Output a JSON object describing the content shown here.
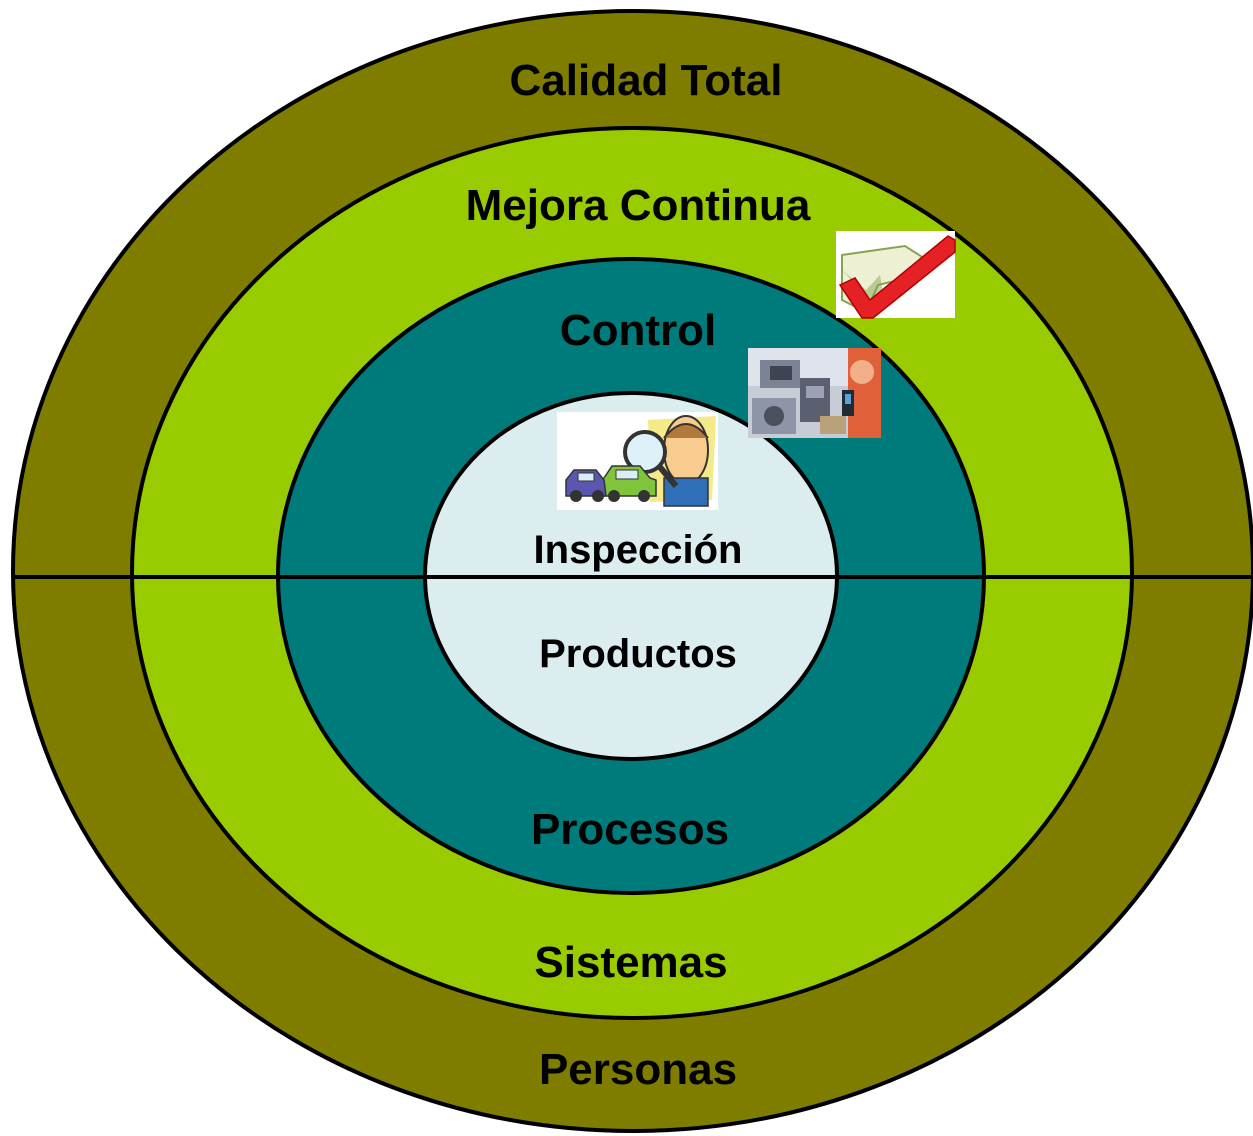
{
  "diagram": {
    "rings": {
      "outer": {
        "top_label": "Calidad Total",
        "bottom_label": "Personas",
        "color": "#7f7d00"
      },
      "second": {
        "top_label": "Mejora Continua",
        "bottom_label": "Sistemas",
        "color": "#99cc00"
      },
      "third": {
        "top_label": "Control",
        "bottom_label": "Procesos",
        "color": "#007b7b"
      },
      "core": {
        "top_label": "Inspección",
        "bottom_label": "Productos",
        "color": "#dbedee"
      }
    },
    "stroke_color": "#000000",
    "icons": {
      "mejora": "checkmark-icon",
      "control": "machinery-photo-icon",
      "inspeccion": "magnifying-glass-inspection-icon"
    }
  }
}
